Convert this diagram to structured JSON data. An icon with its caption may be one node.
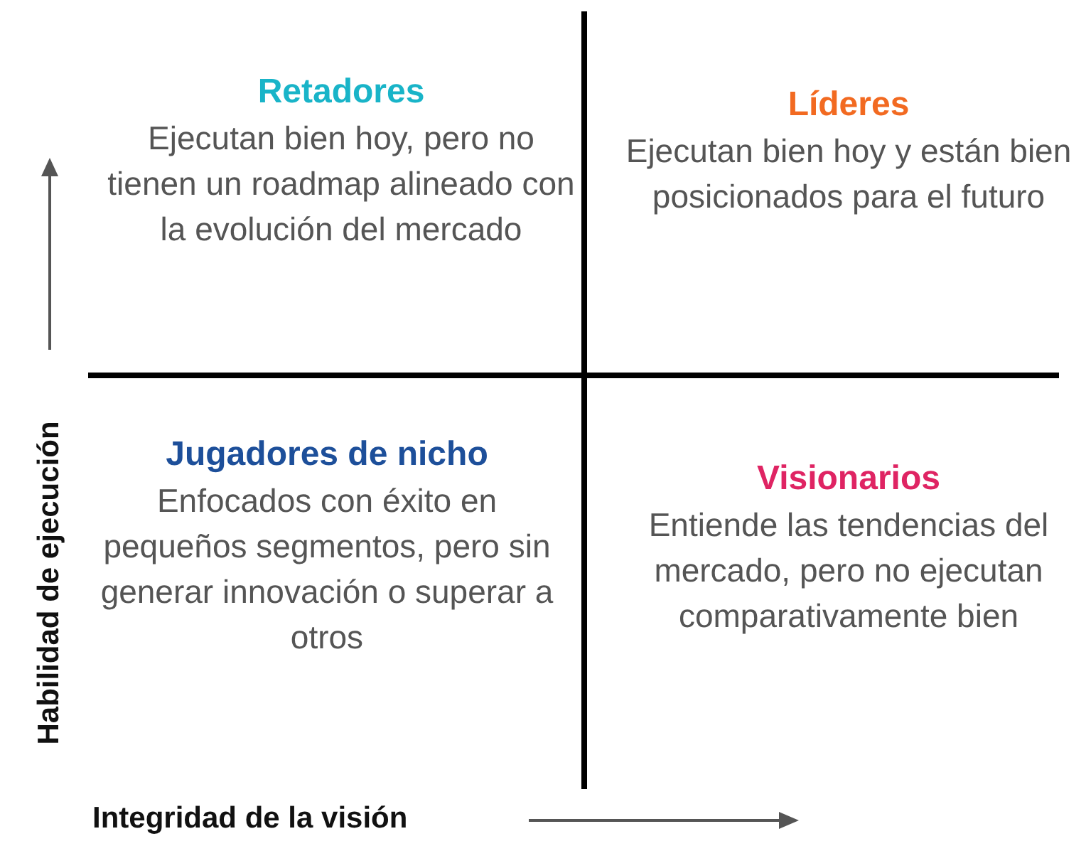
{
  "diagram": {
    "nodes": [
      {
        "text": [
          "Retadores",
          "Ejecutan bien hoy, pero no tienen un roadmap alineado con la evolución del mercado"
        ]
      },
      {
        "text": [
          "Líderes",
          "Ejecutan bien hoy y están bien posicionados para el futuro"
        ]
      },
      {
        "text": [
          "Jugadores de nicho",
          "Enfocados con éxito en pequeños segmentos, pero sin generar innovación o superar a otros"
        ]
      },
      {
        "text": [
          "Visionarios",
          "Entiende las tendencias del mercado, pero no ejecutan comparativamente bien"
        ]
      }
    ],
    "labels": [
      "Habilidad de ejecución",
      "Integridad de la visión"
    ]
  }
}
